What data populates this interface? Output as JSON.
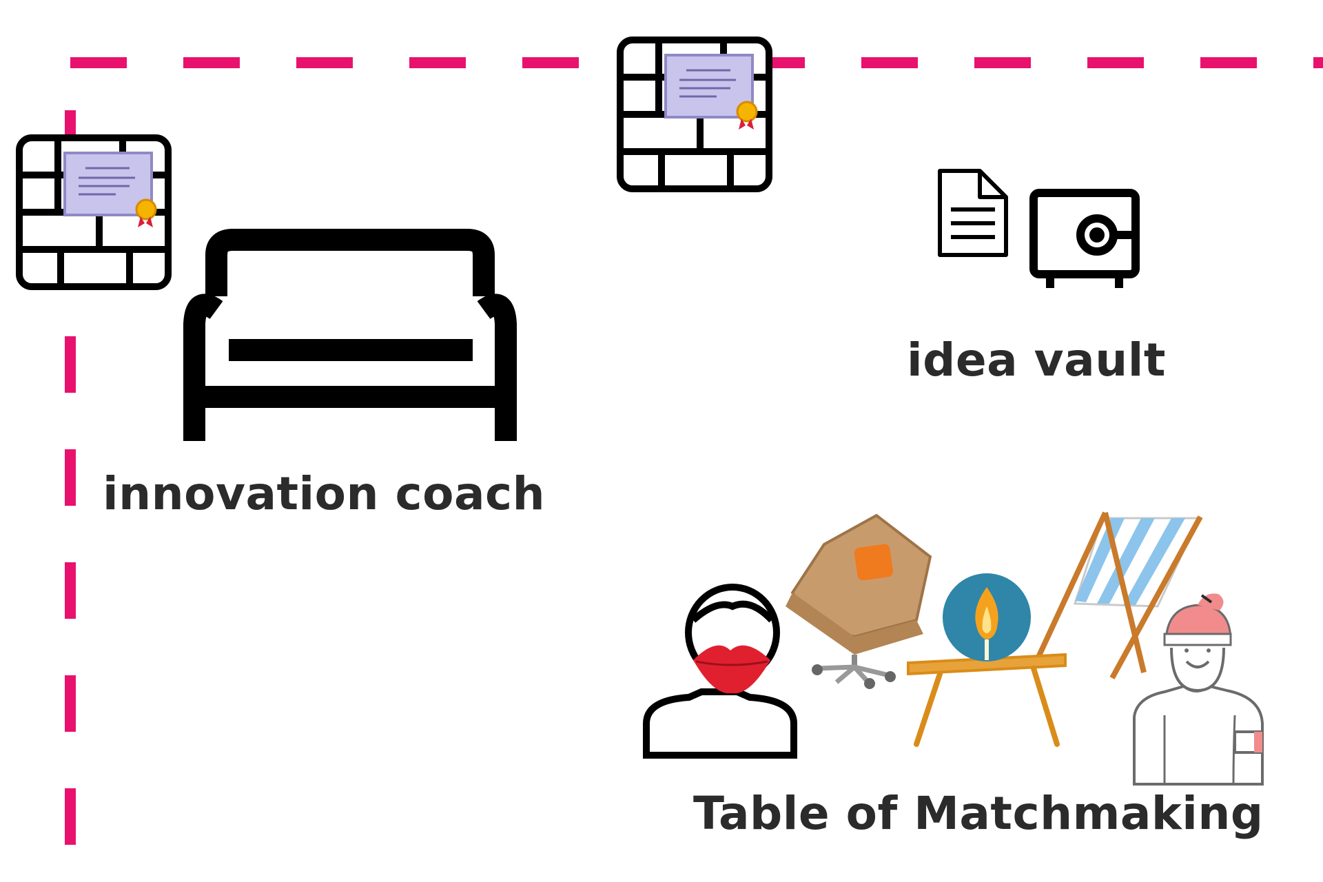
{
  "colors": {
    "boundary": "#e8126e",
    "label": "#2b2b2b",
    "icon_stroke": "#000000",
    "certificate": "#c9c4ec",
    "seal": "#f4b400",
    "chair_leather": "#c89b6d",
    "cushion": "#f07a1e",
    "flame_circle": "#2f86a8",
    "table_wood": "#d98c1a",
    "deckchair_stripe": "#8cc4ec",
    "lips": "#e0202e",
    "cap": "#f28c8c"
  },
  "labels": {
    "innovation_coach": "innovation coach",
    "idea_vault": "idea vault",
    "table_of_matchmaking": "Table of Matchmaking"
  },
  "icons": [
    "certificate-wall-icon",
    "sofa-icon",
    "document-icon",
    "safe-icon",
    "person-lips-icon",
    "office-chair-icon",
    "candle-icon",
    "table-icon",
    "deck-chair-icon",
    "person-cap-icon"
  ]
}
